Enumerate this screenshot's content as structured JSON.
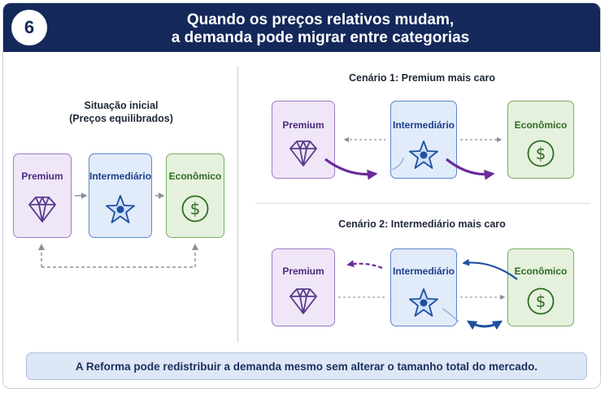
{
  "header": {
    "number": "6",
    "title_line1": "Quando os preços relativos mudam,",
    "title_line2": "a demanda pode migrar entre categorias"
  },
  "initial": {
    "caption_line1": "Situação inicial",
    "caption_line2": "(Preços equilibrados)",
    "premium": "Premium",
    "intermediario": "Intermediário",
    "economico": "Econômico"
  },
  "scenario1": {
    "caption": "Cenário 1: Premium mais caro",
    "premium": "Premium",
    "intermediario": "Intermediário",
    "economico": "Econômico"
  },
  "scenario2": {
    "caption": "Cenário 2: Intermediário mais caro",
    "premium": "Premium",
    "intermediario": "Intermediário",
    "economico": "Econômico"
  },
  "footer": {
    "text": "A Reforma pode redistribuir a demanda mesmo sem alterar o tamanho total do mercado."
  },
  "colors": {
    "header": "#14285a",
    "premium": "#9e79c8",
    "intermediario": "#5b86d2",
    "economico": "#79ad5e",
    "arrow_purple": "#6a2a9a",
    "arrow_blue": "#1f4fa0"
  },
  "icons": {
    "premium": "diamond-icon",
    "intermediario": "star-badge-icon",
    "economico": "dollar-coin-icon"
  }
}
